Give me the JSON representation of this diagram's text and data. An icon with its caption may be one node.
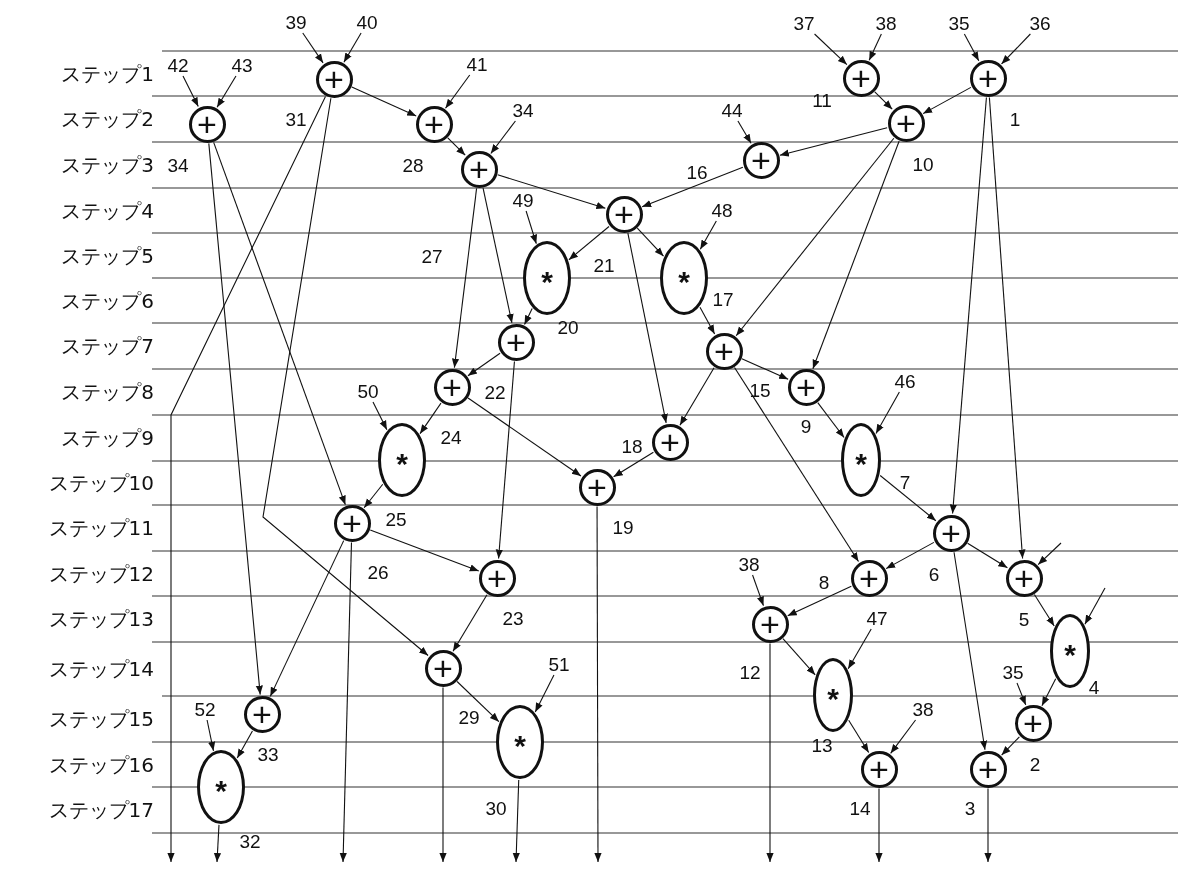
{
  "diagram": {
    "nodes": [
      {
        "text": [
          "39"
        ]
      },
      {
        "text": [
          "40"
        ]
      },
      {
        "text": [
          "37"
        ]
      },
      {
        "text": [
          "38"
        ]
      },
      {
        "text": [
          "35"
        ]
      },
      {
        "text": [
          "36"
        ]
      },
      {
        "text": [
          "+"
        ],
        "beside": [
          "31"
        ]
      },
      {
        "text": [
          "+"
        ],
        "beside": [
          "11"
        ]
      },
      {
        "text": [
          "+"
        ],
        "beside": [
          "1"
        ]
      },
      {
        "text": [
          "42"
        ]
      },
      {
        "text": [
          "43"
        ]
      },
      {
        "text": [
          "41"
        ]
      },
      {
        "text": [
          "+"
        ],
        "beside": [
          "34"
        ]
      },
      {
        "text": [
          "+"
        ],
        "beside": [
          "28"
        ]
      },
      {
        "text": [
          "34"
        ]
      },
      {
        "text": [
          "44"
        ]
      },
      {
        "text": [
          "+"
        ],
        "beside": [
          "10"
        ]
      },
      {
        "text": [
          "+"
        ],
        "beside": [
          "16"
        ]
      },
      {
        "text": [
          "+"
        ],
        "beside": [
          "27"
        ]
      },
      {
        "text": [
          "49"
        ]
      },
      {
        "text": [
          "48"
        ]
      },
      {
        "text": [
          "+"
        ],
        "beside": [
          "21"
        ]
      },
      {
        "text": [
          "*"
        ],
        "beside": [
          "20"
        ]
      },
      {
        "text": [
          "*"
        ],
        "beside": [
          "17"
        ]
      },
      {
        "text": [
          "+"
        ],
        "beside": [
          "22"
        ]
      },
      {
        "text": [
          "+"
        ],
        "beside": [
          "15"
        ]
      },
      {
        "text": [
          "50"
        ]
      },
      {
        "text": [
          "46"
        ]
      },
      {
        "text": [
          "+"
        ],
        "beside": [
          "24"
        ]
      },
      {
        "text": [
          "+"
        ],
        "beside": [
          "9"
        ]
      },
      {
        "text": [
          "+"
        ],
        "beside": [
          "18"
        ]
      },
      {
        "text": [
          "*"
        ],
        "beside": [
          "25"
        ]
      },
      {
        "text": [
          "*"
        ],
        "beside": [
          "7"
        ]
      },
      {
        "text": [
          "+"
        ],
        "beside": [
          "19"
        ]
      },
      {
        "text": [
          "+"
        ],
        "beside": [
          "26"
        ]
      },
      {
        "text": [
          "+"
        ],
        "beside": [
          "6"
        ]
      },
      {
        "text": [
          "38"
        ]
      },
      {
        "text": [
          "+"
        ],
        "beside": [
          "23"
        ]
      },
      {
        "text": [
          "+"
        ],
        "beside": [
          "8"
        ]
      },
      {
        "text": [
          "+"
        ],
        "beside": [
          "5"
        ]
      },
      {
        "text": [
          "+"
        ],
        "beside": [
          "12"
        ]
      },
      {
        "text": [
          "47"
        ]
      },
      {
        "text": [
          "*"
        ],
        "beside": [
          "4"
        ]
      },
      {
        "text": [
          "51"
        ]
      },
      {
        "text": [
          "+"
        ],
        "beside": [
          "29"
        ]
      },
      {
        "text": [
          "35"
        ]
      },
      {
        "text": [
          "52"
        ]
      },
      {
        "text": [
          "*"
        ],
        "beside": [
          "13"
        ]
      },
      {
        "text": [
          "+"
        ],
        "beside": [
          "33"
        ]
      },
      {
        "text": [
          "+"
        ],
        "beside": [
          "2"
        ]
      },
      {
        "text": [
          "*"
        ],
        "beside": [
          "30"
        ]
      },
      {
        "text": [
          "38"
        ]
      },
      {
        "text": [
          "*"
        ],
        "beside": [
          "32"
        ]
      },
      {
        "text": [
          "+"
        ],
        "beside": [
          "14"
        ]
      },
      {
        "text": [
          "+"
        ],
        "beside": [
          "3"
        ]
      }
    ],
    "edges": [
      {
        "from": 0,
        "to": 6,
        "arrow": "to"
      },
      {
        "from": 1,
        "to": 6,
        "arrow": "to"
      },
      {
        "from": 2,
        "to": 7,
        "arrow": "to"
      },
      {
        "from": 3,
        "to": 7,
        "arrow": "to"
      },
      {
        "from": 4,
        "to": 8,
        "arrow": "to"
      },
      {
        "from": 5,
        "to": 8,
        "arrow": "to"
      },
      {
        "from": 9,
        "to": 12,
        "arrow": "to"
      },
      {
        "from": 10,
        "to": 12,
        "arrow": "to"
      },
      {
        "from": 6,
        "to": 13,
        "arrow": "to"
      },
      {
        "from": 11,
        "to": 13,
        "arrow": "to"
      },
      {
        "from": 7,
        "to": 16,
        "arrow": "to"
      },
      {
        "from": 8,
        "to": 16,
        "arrow": "to"
      },
      {
        "from": 6,
        "to": null,
        "arrow": "to"
      },
      {
        "from": 6,
        "to": 44,
        "arrow": "to"
      },
      {
        "from": 12,
        "to": 48,
        "arrow": "to"
      },
      {
        "from": 12,
        "to": 34,
        "arrow": "to"
      },
      {
        "from": 13,
        "to": 18,
        "arrow": "to"
      },
      {
        "from": 14,
        "to": 18,
        "arrow": "to"
      },
      {
        "from": 16,
        "to": 17,
        "arrow": "to"
      },
      {
        "from": 15,
        "to": 17,
        "arrow": "to"
      },
      {
        "from": 16,
        "to": 25,
        "arrow": "to"
      },
      {
        "from": 16,
        "to": 29,
        "arrow": "to"
      },
      {
        "from": 8,
        "to": 35,
        "arrow": "to"
      },
      {
        "from": 8,
        "to": 39,
        "arrow": "to"
      },
      {
        "from": 18,
        "to": 21,
        "arrow": "to"
      },
      {
        "from": 17,
        "to": 21,
        "arrow": "to"
      },
      {
        "from": 18,
        "to": 28,
        "arrow": "to"
      },
      {
        "from": 18,
        "to": 24,
        "arrow": "to"
      },
      {
        "from": 21,
        "to": 22,
        "arrow": "to"
      },
      {
        "from": 19,
        "to": 22,
        "arrow": "to"
      },
      {
        "from": 21,
        "to": 23,
        "arrow": "to"
      },
      {
        "from": 20,
        "to": 23,
        "arrow": "to"
      },
      {
        "from": 21,
        "to": 30,
        "arrow": "to"
      },
      {
        "from": 22,
        "to": 24,
        "arrow": "to"
      },
      {
        "from": 23,
        "to": 25,
        "arrow": "to"
      },
      {
        "from": 24,
        "to": 28,
        "arrow": "to"
      },
      {
        "from": 24,
        "to": 37,
        "arrow": "to"
      },
      {
        "from": 25,
        "to": 29,
        "arrow": "to"
      },
      {
        "from": 25,
        "to": 30,
        "arrow": "to"
      },
      {
        "from": 25,
        "to": 38,
        "arrow": "to"
      },
      {
        "from": 28,
        "to": 31,
        "arrow": "to"
      },
      {
        "from": 26,
        "to": 31,
        "arrow": "to"
      },
      {
        "from": 28,
        "to": 33,
        "arrow": "to"
      },
      {
        "from": 29,
        "to": 32,
        "arrow": "to"
      },
      {
        "from": 27,
        "to": 32,
        "arrow": "to"
      },
      {
        "from": 30,
        "to": 33,
        "arrow": "to"
      },
      {
        "from": 31,
        "to": 34,
        "arrow": "to"
      },
      {
        "from": 32,
        "to": 35,
        "arrow": "to"
      },
      {
        "from": 33,
        "to": null,
        "arrow": "to"
      },
      {
        "from": 34,
        "to": 37,
        "arrow": "to"
      },
      {
        "from": 34,
        "to": 48,
        "arrow": "to"
      },
      {
        "from": 34,
        "to": null,
        "arrow": "to"
      },
      {
        "from": 35,
        "to": 38,
        "arrow": "to"
      },
      {
        "from": 35,
        "to": 39,
        "arrow": "to"
      },
      {
        "from": 35,
        "to": 54,
        "arrow": "to"
      },
      {
        "from": null,
        "to": 39,
        "arrow": "to"
      },
      {
        "from": 38,
        "to": 40,
        "arrow": "to"
      },
      {
        "from": 36,
        "to": 40,
        "arrow": "to"
      },
      {
        "from": 39,
        "to": 42,
        "arrow": "to"
      },
      {
        "from": null,
        "to": 42,
        "arrow": "to"
      },
      {
        "from": 37,
        "to": 44,
        "arrow": "to"
      },
      {
        "from": 40,
        "to": 47,
        "arrow": "to"
      },
      {
        "from": 41,
        "to": 47,
        "arrow": "to"
      },
      {
        "from": 40,
        "to": null,
        "arrow": "to"
      },
      {
        "from": 42,
        "to": 49,
        "arrow": "to"
      },
      {
        "from": 45,
        "to": 49,
        "arrow": "to"
      },
      {
        "from": 43,
        "to": 50,
        "arrow": "to"
      },
      {
        "from": 44,
        "to": 50,
        "arrow": "to"
      },
      {
        "from": 44,
        "to": null,
        "arrow": "to"
      },
      {
        "from": 46,
        "to": 52,
        "arrow": "to"
      },
      {
        "from": 48,
        "to": 52,
        "arrow": "to"
      },
      {
        "from": 47,
        "to": 53,
        "arrow": "to"
      },
      {
        "from": 51,
        "to": 53,
        "arrow": "to"
      },
      {
        "from": 49,
        "to": 54,
        "arrow": "to"
      },
      {
        "from": 53,
        "to": null,
        "arrow": "to"
      },
      {
        "from": 54,
        "to": null,
        "arrow": "to"
      },
      {
        "from": 50,
        "to": null,
        "arrow": "to"
      },
      {
        "from": 52,
        "to": null,
        "arrow": "to"
      }
    ],
    "labels": [
      "ステップ1",
      "ステップ2",
      "ステップ3",
      "ステップ4",
      "ステップ5",
      "ステップ6",
      "ステップ7",
      "ステップ8",
      "ステップ9",
      "ステップ10",
      "ステップ11",
      "ステップ12",
      "ステップ13",
      "ステップ14",
      "ステップ15",
      "ステップ16",
      "ステップ17"
    ]
  }
}
